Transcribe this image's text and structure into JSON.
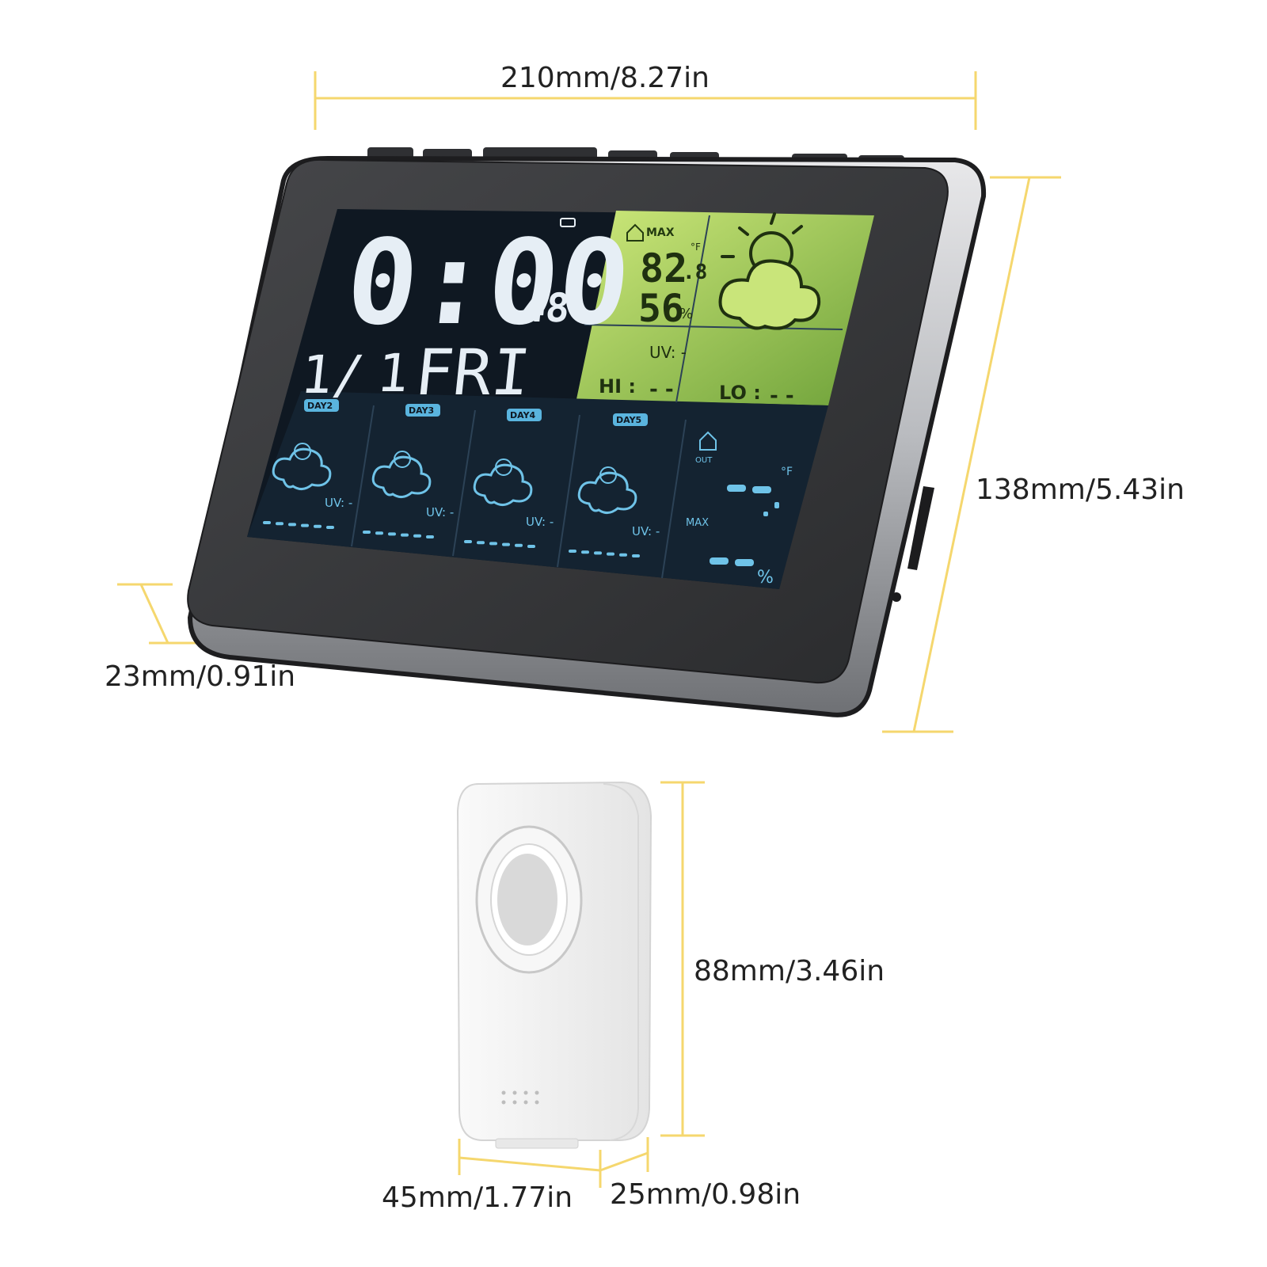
{
  "dimensions": {
    "width_main": "210mm/8.27in",
    "height_main": "138mm/5.43in",
    "depth_main": "23mm/0.91in",
    "height_sensor": "88mm/3.46in",
    "width_sensor": "45mm/1.77in",
    "depth_sensor": "25mm/0.98in"
  },
  "display": {
    "time_main": "0:00",
    "time_seconds": "48",
    "date_month": "1/",
    "date_day": "1",
    "weekday": "FRI",
    "max_label": "MAX",
    "temp": "82",
    "temp_decimal": ".8",
    "temp_unit": "°F",
    "humidity": "56",
    "humidity_unit": "%",
    "uv_label": "UV: -",
    "hi_label": "HI :",
    "lo_label": "LO :",
    "dash": "- -",
    "forecast_days": [
      {
        "tag": "DAY2",
        "uv": "UV: -"
      },
      {
        "tag": "DAY3",
        "uv": "UV: -"
      },
      {
        "tag": "DAY4",
        "uv": "UV: -"
      },
      {
        "tag": "DAY5",
        "uv": "UV: -"
      }
    ],
    "out_label": "OUT",
    "out_max_label": "MAX",
    "out_unit_temp": "°F",
    "out_unit_hum": "%"
  },
  "colors": {
    "dimension_line": "#f5d76e",
    "lcd_background": "#0f1822",
    "lcd_green_panel": "#b7e06a",
    "lcd_segment": "#e6eef5",
    "forecast_segment": "#6fc3e8",
    "bezel": "#3a3a3c",
    "sensor_body": "#f2f2f2"
  }
}
